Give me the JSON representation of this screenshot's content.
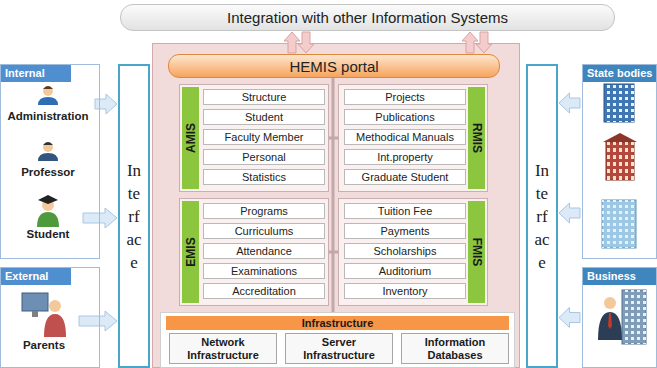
{
  "diagram": {
    "nodes": [
      {
        "text": [
          "Integration with other Information Systems"
        ]
      },
      {
        "text": [
          "Internal"
        ]
      },
      {
        "text": [
          "Administration"
        ],
        "in": 1
      },
      {
        "text": [
          "Professor"
        ],
        "in": 1
      },
      {
        "text": [
          "Student"
        ],
        "in": 1
      },
      {
        "text": [
          "External"
        ]
      },
      {
        "text": [
          "Parents"
        ],
        "in": 5
      },
      {
        "text": [
          "Interface"
        ]
      },
      {
        "text": [
          "HEMIS portal"
        ]
      },
      {
        "text": [
          "AMIS"
        ]
      },
      {
        "text": [
          "Structure"
        ],
        "in": 9
      },
      {
        "text": [
          "Student"
        ],
        "in": 9
      },
      {
        "text": [
          "Faculty Member"
        ],
        "in": 9
      },
      {
        "text": [
          "Personal"
        ],
        "in": 9
      },
      {
        "text": [
          "Statistics"
        ],
        "in": 9
      },
      {
        "text": [
          "RMIS"
        ]
      },
      {
        "text": [
          "Projects"
        ],
        "in": 15
      },
      {
        "text": [
          "Publications"
        ],
        "in": 15
      },
      {
        "text": [
          "Methodical Manuals"
        ],
        "in": 15
      },
      {
        "text": [
          "Int.property"
        ],
        "in": 15
      },
      {
        "text": [
          "Graduate Student"
        ],
        "in": 15
      },
      {
        "text": [
          "EMIS"
        ]
      },
      {
        "text": [
          "Programs"
        ],
        "in": 21
      },
      {
        "text": [
          "Curriculums"
        ],
        "in": 21
      },
      {
        "text": [
          "Attendance"
        ],
        "in": 21
      },
      {
        "text": [
          "Examinations"
        ],
        "in": 21
      },
      {
        "text": [
          "Accreditation"
        ],
        "in": 21
      },
      {
        "text": [
          "FMIS"
        ]
      },
      {
        "text": [
          "Tuition Fee"
        ],
        "in": 27
      },
      {
        "text": [
          "Payments"
        ],
        "in": 27
      },
      {
        "text": [
          "Scholarships"
        ],
        "in": 27
      },
      {
        "text": [
          "Auditorium"
        ],
        "in": 27
      },
      {
        "text": [
          "Inventory"
        ],
        "in": 27
      },
      {
        "text": [
          "Infrastructure"
        ]
      },
      {
        "text": [
          "Network Infrastructure"
        ],
        "in": 33
      },
      {
        "text": [
          "Server Infrastructure"
        ],
        "in": 33
      },
      {
        "text": [
          "Information Databases"
        ],
        "in": 33
      },
      {
        "text": [
          "Interface"
        ]
      },
      {
        "text": [
          "State bodies"
        ]
      },
      {
        "text": [
          "Business"
        ]
      }
    ],
    "edges": [
      {
        "from": 2,
        "to": 7,
        "arrow": "to"
      },
      {
        "from": 4,
        "to": 7,
        "arrow": "to"
      },
      {
        "from": 6,
        "to": 7,
        "arrow": "to"
      },
      {
        "from": 38,
        "to": 37,
        "arrow": "to"
      },
      {
        "from": 38,
        "to": 37,
        "arrow": "to"
      },
      {
        "from": 39,
        "to": 37,
        "arrow": "to"
      },
      {
        "from": 8,
        "to": 0,
        "arrow": "to"
      },
      {
        "from": 0,
        "to": 8,
        "arrow": "to"
      },
      {
        "from": 8,
        "to": 0,
        "arrow": "to"
      },
      {
        "from": 0,
        "to": 8,
        "arrow": "to"
      }
    ]
  }
}
